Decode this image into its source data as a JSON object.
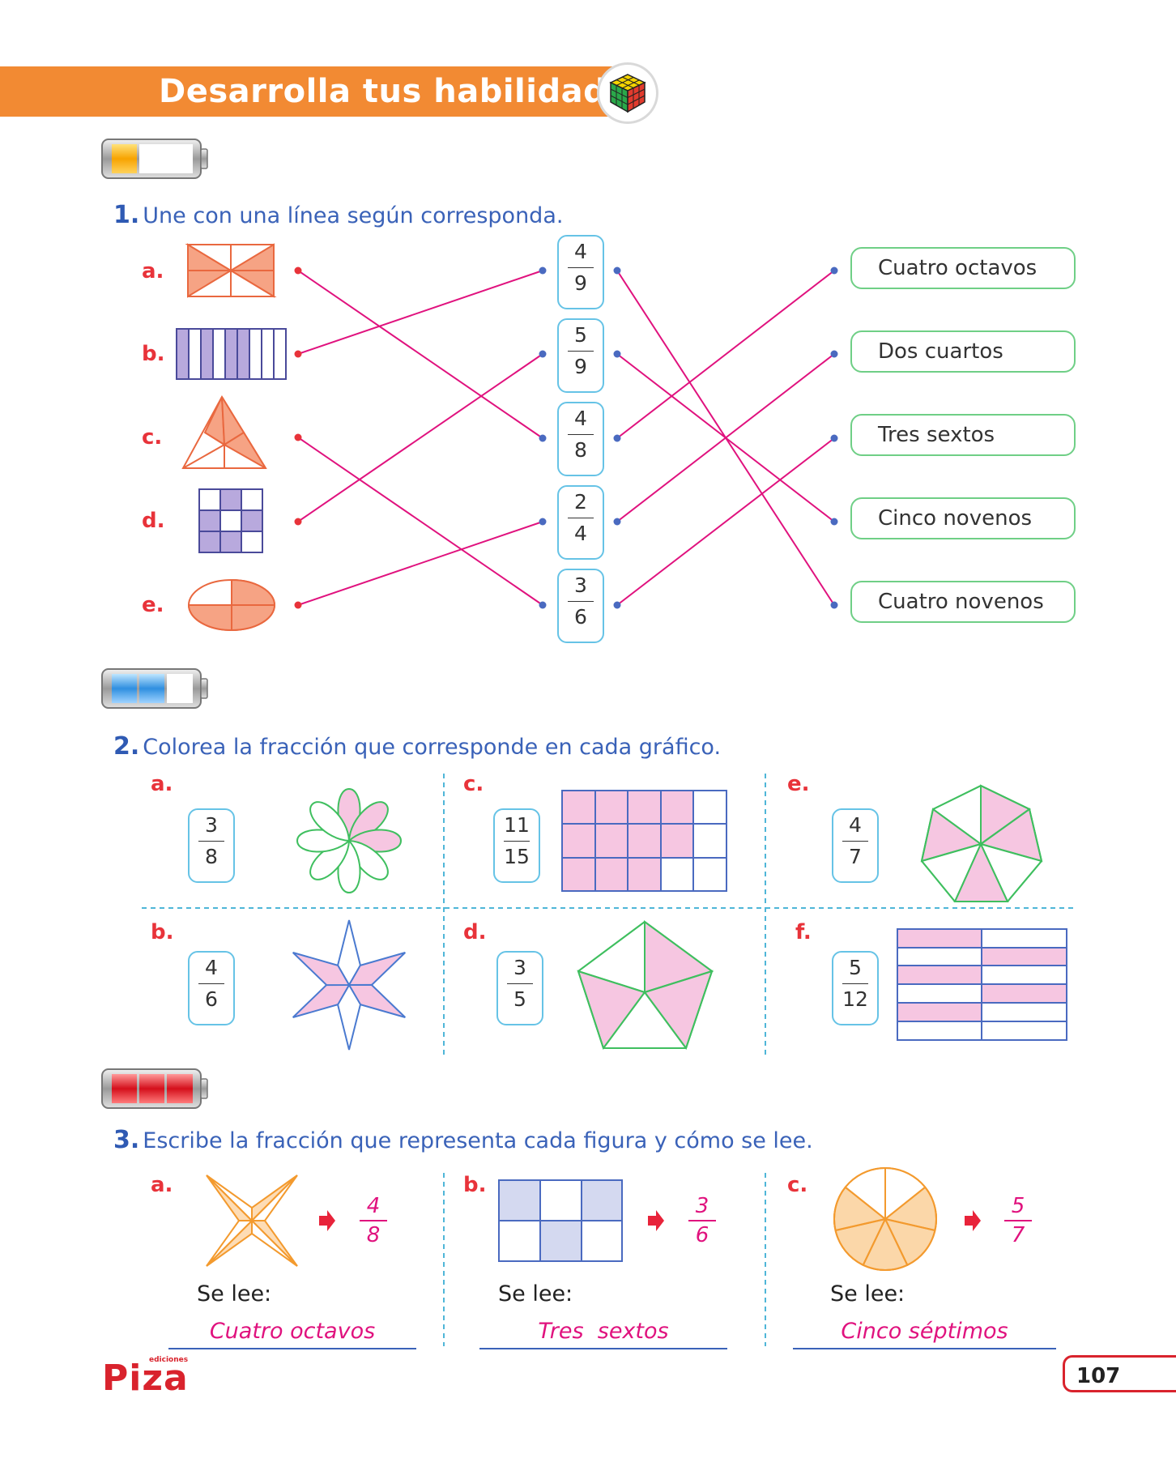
{
  "header": {
    "title": "Desarrolla tus habilidades"
  },
  "colors": {
    "banner": "#f28a33",
    "question_blue": "#3a62b8",
    "label_red": "#e8333a",
    "answer_pink": "#e0127e",
    "line_pink": "#e0127e",
    "frac_box_border": "#66c3e6",
    "word_box_border": "#6fcf86"
  },
  "q1": {
    "number": "1.",
    "text": "Une con una línea según corresponda.",
    "labels": [
      "a.",
      "b.",
      "c.",
      "d.",
      "e."
    ],
    "fractions": [
      {
        "num": "4",
        "den": "9"
      },
      {
        "num": "5",
        "den": "9"
      },
      {
        "num": "4",
        "den": "8"
      },
      {
        "num": "2",
        "den": "4"
      },
      {
        "num": "3",
        "den": "6"
      }
    ],
    "words": [
      "Cuatro octavos",
      "Dos cuartos",
      "Tres sextos",
      "Cinco novenos",
      "Cuatro novenos"
    ],
    "figure_to_fraction": {
      "a": "4/8",
      "b": "4/9",
      "c": "3/6",
      "d": "5/9",
      "e": "2/4"
    },
    "fraction_to_word": {
      "4/9": "Cuatro novenos",
      "5/9": "Cinco novenos",
      "4/8": "Cuatro octavos",
      "2/4": "Dos cuartos",
      "3/6": "Tres sextos"
    }
  },
  "q2": {
    "number": "2.",
    "text": "Colorea la fracción que corresponde en cada gráfico.",
    "items": [
      {
        "label": "a.",
        "num": "3",
        "den": "8"
      },
      {
        "label": "b.",
        "num": "4",
        "den": "6"
      },
      {
        "label": "c.",
        "num": "11",
        "den": "15"
      },
      {
        "label": "d.",
        "num": "3",
        "den": "5"
      },
      {
        "label": "e.",
        "num": "4",
        "den": "7"
      },
      {
        "label": "f.",
        "num": "5",
        "den": "12"
      }
    ]
  },
  "q3": {
    "number": "3.",
    "text": "Escribe la fracción que representa cada figura y cómo se lee.",
    "se_lee": "Se lee:",
    "items": [
      {
        "label": "a.",
        "num": "4",
        "den": "8",
        "answer": "Cuatro octavos"
      },
      {
        "label": "b.",
        "num": "3",
        "den": "6",
        "answer": "Tres  sextos"
      },
      {
        "label": "c.",
        "num": "5",
        "den": "7",
        "answer": "Cinco séptimos"
      }
    ]
  },
  "footer": {
    "brand_small": "ediciones",
    "brand": "Piza",
    "page_number": "107"
  },
  "icons": [
    "rubiks-cube-icon",
    "battery-level-1-icon",
    "battery-level-2-icon",
    "battery-level-3-icon",
    "arrow-right-icon"
  ]
}
